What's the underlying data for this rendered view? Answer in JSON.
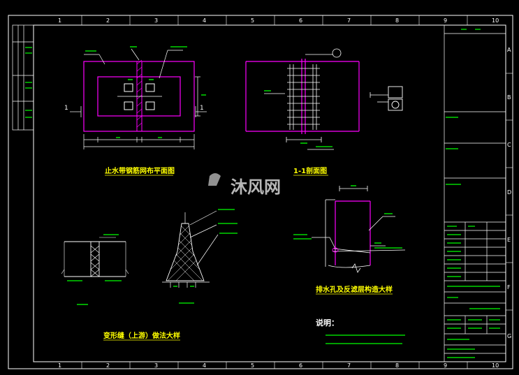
{
  "drawing": {
    "col_labels": [
      "1",
      "2",
      "3",
      "4",
      "5",
      "6",
      "7",
      "8",
      "9",
      "10"
    ],
    "row_labels": [
      "A",
      "B",
      "C",
      "D",
      "E",
      "F",
      "G"
    ],
    "titles": {
      "plan": "止水带钢筋网布平面图",
      "section": "1-1剖面图",
      "joint": "变形缝（上游）做法大样",
      "drain": "排水孔及反滤层构造大样"
    },
    "section_marks": {
      "left": "1",
      "right": "1"
    },
    "notes_title": "说明："
  },
  "watermark": {
    "text": "沐风网"
  },
  "colors": {
    "frame": "#ffffff",
    "magenta": "#ff00ff",
    "green": "#00ff00",
    "yellow": "#ffff00",
    "cyan": "#00ffff"
  }
}
